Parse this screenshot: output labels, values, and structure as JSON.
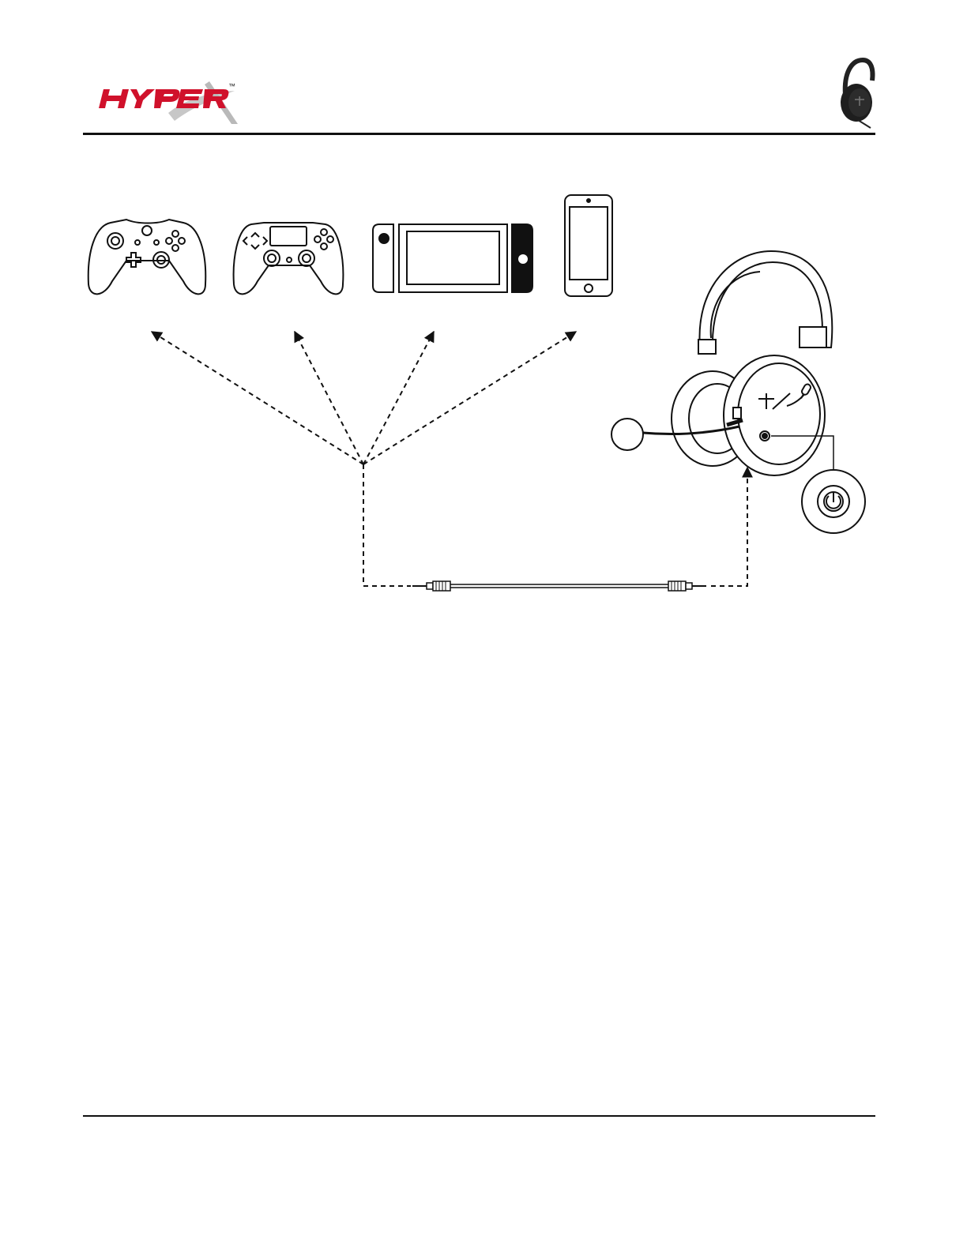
{
  "header": {
    "logo_text": "HYPERX",
    "trademark": "™",
    "brand_color": "#d0112b",
    "logo_x_color": "#b9b9b9"
  },
  "icons": {
    "brand_logo": "hyperx-logo",
    "product_thumbnail": "headset-thumbnail-icon",
    "devices": [
      "xbox-controller-icon",
      "playstation-controller-icon",
      "nintendo-switch-icon",
      "smartphone-icon"
    ],
    "headset": "headset-illustration",
    "cable": "audio-cable-3-5mm-icon",
    "power": "power-button-callout-icon"
  },
  "colors": {
    "line": "#111111",
    "background": "#ffffff"
  }
}
